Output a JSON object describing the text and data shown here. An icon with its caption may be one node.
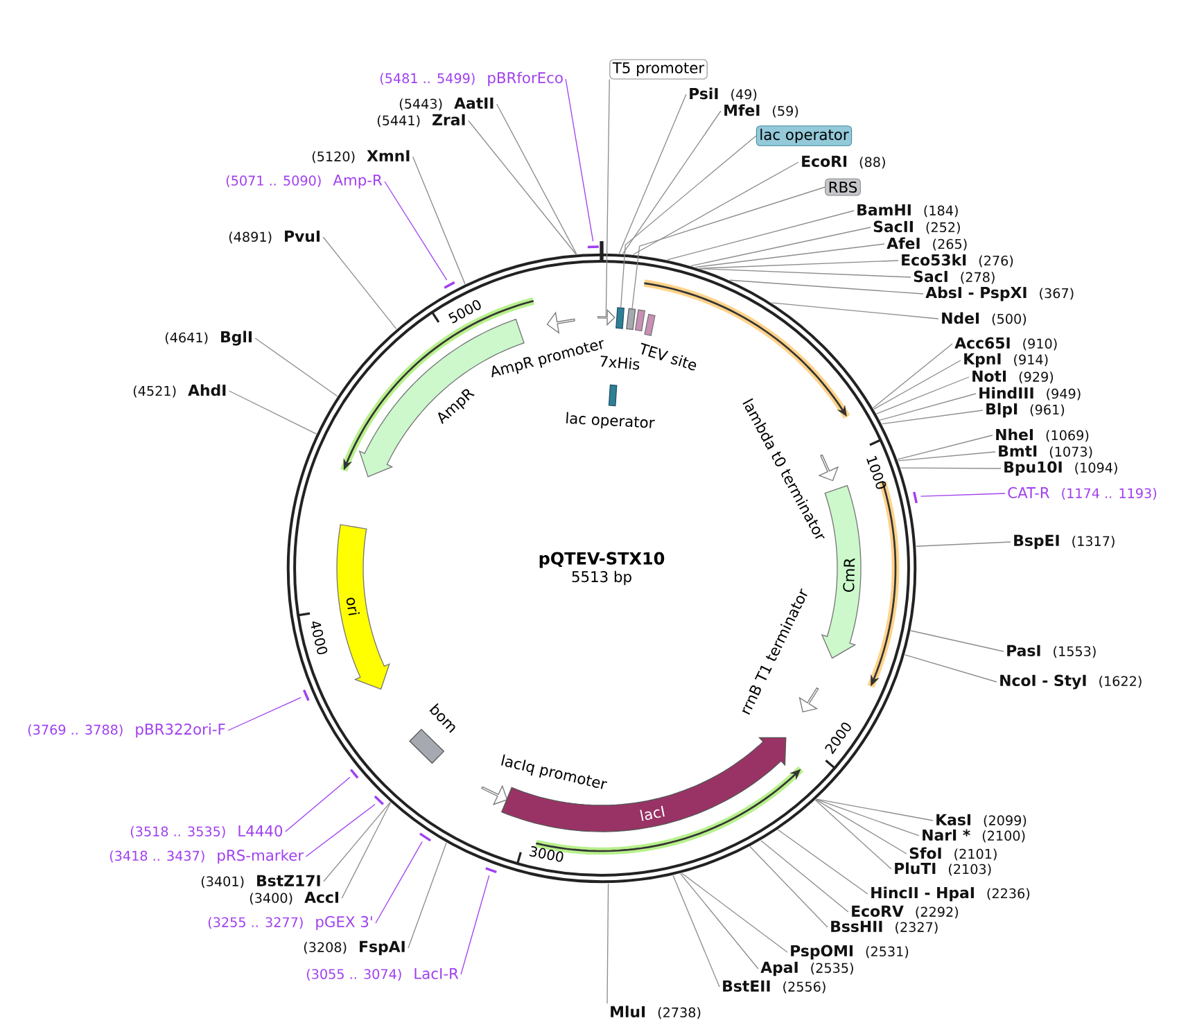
{
  "diagram": {
    "title": "pQTEV-STX10",
    "nodes": [
      {
        "text": [
          "T5 promoter"
        ]
      },
      {
        "text": [
          "PsiI",
          "(49)"
        ]
      },
      {
        "text": [
          "MfeI",
          "(59)"
        ]
      },
      {
        "text": [
          "lac operator"
        ]
      },
      {
        "text": [
          "EcoRI",
          "(88)"
        ]
      },
      {
        "text": [
          "RBS"
        ]
      },
      {
        "text": [
          "BamHI",
          "(184)"
        ]
      },
      {
        "text": [
          "SacII",
          "(252)"
        ]
      },
      {
        "text": [
          "AfeI",
          "(265)"
        ]
      },
      {
        "text": [
          "Eco53kI",
          "(276)"
        ]
      },
      {
        "text": [
          "SacI",
          "(278)"
        ]
      },
      {
        "text": [
          "AbsI - PspXI",
          "(367)"
        ]
      },
      {
        "text": [
          "NdeI",
          "(500)"
        ]
      },
      {
        "text": [
          "Acc65I",
          "(910)"
        ]
      },
      {
        "text": [
          "KpnI",
          "(914)"
        ]
      },
      {
        "text": [
          "NotI",
          "(929)"
        ]
      },
      {
        "text": [
          "HindIII",
          "(949)"
        ]
      },
      {
        "text": [
          "BlpI",
          "(961)"
        ]
      },
      {
        "text": [
          "NheI",
          "(1069)"
        ]
      },
      {
        "text": [
          "BmtI",
          "(1073)"
        ]
      },
      {
        "text": [
          "Bpu10I",
          "(1094)"
        ]
      },
      {
        "text": [
          "CAT-R",
          "(1174 .. 1193)"
        ]
      },
      {
        "text": [
          "BspEI",
          "(1317)"
        ]
      },
      {
        "text": [
          "PasI",
          "(1553)"
        ]
      },
      {
        "text": [
          "NcoI - StyI",
          "(1622)"
        ]
      },
      {
        "text": [
          "KasI",
          "(2099)"
        ]
      },
      {
        "text": [
          "NarI *",
          "(2100)"
        ]
      },
      {
        "text": [
          "SfoI",
          "(2101)"
        ]
      },
      {
        "text": [
          "PluTI",
          "(2103)"
        ]
      },
      {
        "text": [
          "HincII - HpaI",
          "(2236)"
        ]
      },
      {
        "text": [
          "EcoRV",
          "(2292)"
        ]
      },
      {
        "text": [
          "BssHII",
          "(2327)"
        ]
      },
      {
        "text": [
          "PspOMI",
          "(2531)"
        ]
      },
      {
        "text": [
          "ApaI",
          "(2535)"
        ]
      },
      {
        "text": [
          "BstEII",
          "(2556)"
        ]
      },
      {
        "text": [
          "MluI",
          "(2738)"
        ]
      },
      {
        "text": [
          "(3055 .. 3074)",
          "LacI-R"
        ]
      },
      {
        "text": [
          "(3208)",
          "FspAI"
        ]
      },
      {
        "text": [
          "(3255 .. 3277)",
          "pGEX 3'"
        ]
      },
      {
        "text": [
          "(3400)",
          "AccI"
        ]
      },
      {
        "text": [
          "(3401)",
          "BstZ17I"
        ]
      },
      {
        "text": [
          "(3418 .. 3437)",
          "pRS-marker"
        ]
      },
      {
        "text": [
          "(3518 .. 3535)",
          "L4440"
        ]
      },
      {
        "text": [
          "(3769 .. 3788)",
          "pBR322ori-F"
        ]
      },
      {
        "text": [
          "(4521)",
          "AhdI"
        ]
      },
      {
        "text": [
          "(4641)",
          "BglI"
        ]
      },
      {
        "text": [
          "(4891)",
          "PvuI"
        ]
      },
      {
        "text": [
          "(5071 .. 5090)",
          "Amp-R"
        ]
      },
      {
        "text": [
          "(5120)",
          "XmnI"
        ]
      },
      {
        "text": [
          "(5441)",
          "ZraI"
        ]
      },
      {
        "text": [
          "(5443)",
          "AatII"
        ]
      },
      {
        "text": [
          "(5481 .. 5499)",
          "pBRforEco"
        ]
      },
      {
        "text": [],
        "shape": "arrow"
      },
      {
        "text": [],
        "shape": "box"
      },
      {
        "text": [],
        "shape": "box"
      },
      {
        "text": [],
        "shape": "box",
        "beside": [
          "7xHis"
        ]
      },
      {
        "text": [],
        "shape": "box",
        "beside": [
          "TEV site"
        ]
      },
      {
        "text": [],
        "shape": "box",
        "beside": [
          "lac operator"
        ]
      },
      {
        "text": [],
        "shape": "arrow",
        "beside": [
          "AmpR promoter"
        ]
      },
      {
        "text": [
          "AmpR"
        ]
      },
      {
        "text": [
          "ori"
        ]
      },
      {
        "text": [],
        "shape": "box",
        "beside": [
          "bom"
        ]
      },
      {
        "text": [],
        "shape": "arrow",
        "beside": [
          "lacIq promoter"
        ]
      },
      {
        "text": [
          "lacI"
        ]
      },
      {
        "text": [],
        "shape": "arrow",
        "beside": [
          "rrnB T1 terminator"
        ]
      },
      {
        "text": [
          "CmR"
        ]
      },
      {
        "text": [],
        "shape": "arrow",
        "beside": [
          "lambda t0 terminator"
        ]
      }
    ],
    "edges": [
      {
        "from": 1,
        "to": null,
        "arrow": "none"
      },
      {
        "from": 2,
        "to": null,
        "arrow": "none"
      },
      {
        "from": 4,
        "to": null,
        "arrow": "none"
      },
      {
        "from": 6,
        "to": null,
        "arrow": "none"
      },
      {
        "from": 7,
        "to": null,
        "arrow": "none"
      },
      {
        "from": 8,
        "to": null,
        "arrow": "none"
      },
      {
        "from": 9,
        "to": null,
        "arrow": "none"
      },
      {
        "from": 10,
        "to": null,
        "arrow": "none"
      },
      {
        "from": 11,
        "to": null,
        "arrow": "none"
      },
      {
        "from": 12,
        "to": null,
        "arrow": "none"
      },
      {
        "from": 13,
        "to": null,
        "arrow": "none"
      },
      {
        "from": 14,
        "to": null,
        "arrow": "none"
      },
      {
        "from": 15,
        "to": null,
        "arrow": "none"
      },
      {
        "from": 16,
        "to": null,
        "arrow": "none"
      },
      {
        "from": 17,
        "to": null,
        "arrow": "none"
      },
      {
        "from": 18,
        "to": null,
        "arrow": "none"
      },
      {
        "from": 19,
        "to": null,
        "arrow": "none"
      },
      {
        "from": 20,
        "to": null,
        "arrow": "none"
      },
      {
        "from": 21,
        "to": null,
        "arrow": "none",
        "color": "#a040f0"
      },
      {
        "from": 22,
        "to": null,
        "arrow": "none"
      },
      {
        "from": 23,
        "to": null,
        "arrow": "none"
      },
      {
        "from": 24,
        "to": null,
        "arrow": "none"
      },
      {
        "from": 25,
        "to": null,
        "arrow": "none"
      },
      {
        "from": 26,
        "to": null,
        "arrow": "none"
      },
      {
        "from": 27,
        "to": null,
        "arrow": "none"
      },
      {
        "from": 28,
        "to": null,
        "arrow": "none"
      },
      {
        "from": 29,
        "to": null,
        "arrow": "none"
      },
      {
        "from": 30,
        "to": null,
        "arrow": "none"
      },
      {
        "from": 31,
        "to": null,
        "arrow": "none"
      },
      {
        "from": 32,
        "to": null,
        "arrow": "none"
      },
      {
        "from": 33,
        "to": null,
        "arrow": "none"
      },
      {
        "from": 34,
        "to": null,
        "arrow": "none"
      },
      {
        "from": 35,
        "to": null,
        "arrow": "none"
      },
      {
        "from": 36,
        "to": null,
        "arrow": "none",
        "color": "#a040f0"
      },
      {
        "from": 37,
        "to": null,
        "arrow": "none"
      },
      {
        "from": 38,
        "to": null,
        "arrow": "none",
        "color": "#a040f0"
      },
      {
        "from": 39,
        "to": null,
        "arrow": "none"
      },
      {
        "from": 40,
        "to": null,
        "arrow": "none"
      },
      {
        "from": 41,
        "to": null,
        "arrow": "none",
        "color": "#a040f0"
      },
      {
        "from": 42,
        "to": null,
        "arrow": "none",
        "color": "#a040f0"
      },
      {
        "from": 43,
        "to": null,
        "arrow": "none",
        "color": "#a040f0"
      },
      {
        "from": 44,
        "to": null,
        "arrow": "none"
      },
      {
        "from": 45,
        "to": null,
        "arrow": "none"
      },
      {
        "from": 46,
        "to": null,
        "arrow": "none"
      },
      {
        "from": 47,
        "to": null,
        "arrow": "none",
        "color": "#a040f0"
      },
      {
        "from": 48,
        "to": null,
        "arrow": "none"
      },
      {
        "from": 49,
        "to": null,
        "arrow": "none"
      },
      {
        "from": 50,
        "to": null,
        "arrow": "none"
      },
      {
        "from": 51,
        "to": null,
        "arrow": "none",
        "color": "#a040f0"
      },
      {
        "from": 0,
        "to": 52,
        "arrow": "none"
      },
      {
        "from": 3,
        "to": 53,
        "arrow": "none"
      },
      {
        "from": 5,
        "to": 54,
        "arrow": "none"
      }
    ],
    "labels": [
      "5513 bp",
      "1000",
      "2000",
      "3000",
      "4000",
      "5000"
    ]
  }
}
